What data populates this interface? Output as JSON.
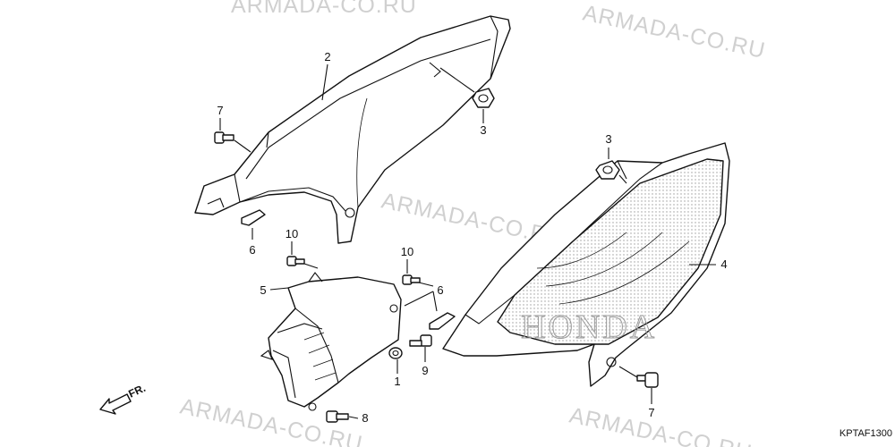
{
  "watermark": {
    "text": "ARMADA-CO.RU",
    "color": "#d0d0d0"
  },
  "diagram_code": "KPTAF1300",
  "brand_mark": "HONDA",
  "front_arrow_label": "FR.",
  "callouts": [
    {
      "label": "2"
    },
    {
      "label": "7"
    },
    {
      "label": "3"
    },
    {
      "label": "6"
    },
    {
      "label": "10"
    },
    {
      "label": "5"
    },
    {
      "label": "10"
    },
    {
      "label": "6"
    },
    {
      "label": "1"
    },
    {
      "label": "9"
    },
    {
      "label": "8"
    },
    {
      "label": "3"
    },
    {
      "label": "4"
    },
    {
      "label": "7"
    }
  ]
}
